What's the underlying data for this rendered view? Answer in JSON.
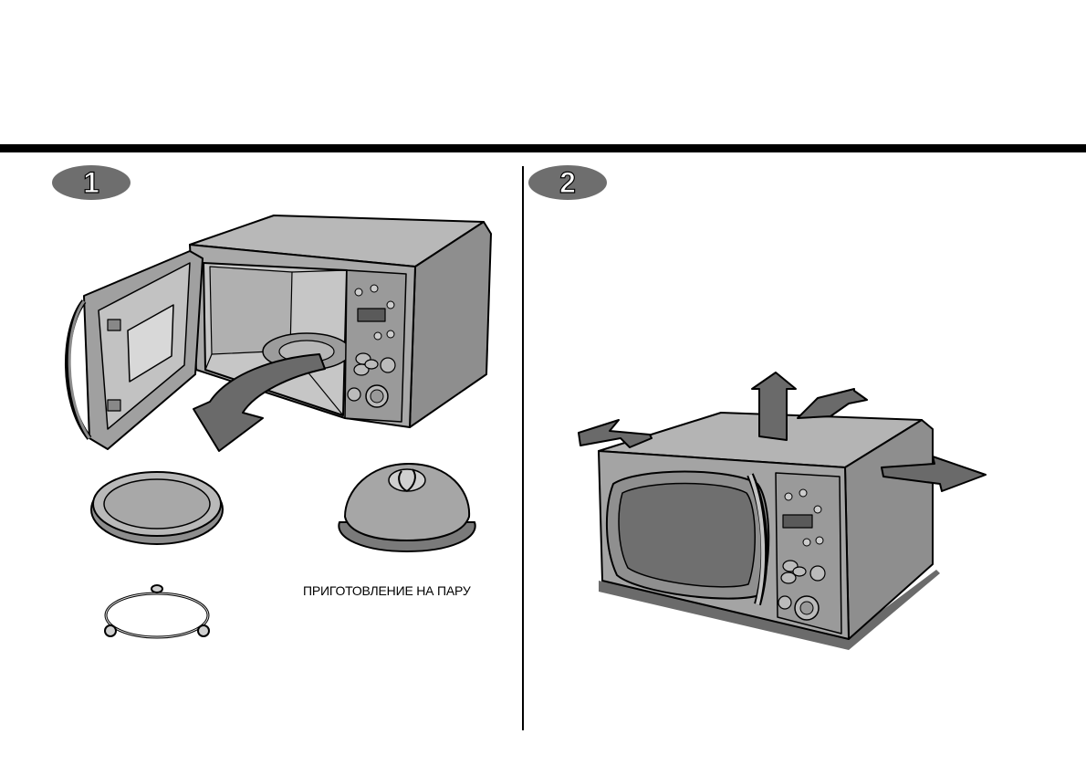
{
  "steps": [
    {
      "number": "1"
    },
    {
      "number": "2"
    }
  ],
  "accessories": {
    "steam_label": "ПРИГОТОВЛЕНИЕ НА ПАРУ"
  },
  "colors": {
    "rule": "#000000",
    "badge": "#6e6e6e",
    "appliance_body": "#a9a9a9",
    "appliance_shade": "#8c8c8c",
    "arrow": "#6a6a6a"
  },
  "icons": {
    "step1": "microwave-open-door-icon",
    "step2": "microwave-clearance-icon"
  }
}
